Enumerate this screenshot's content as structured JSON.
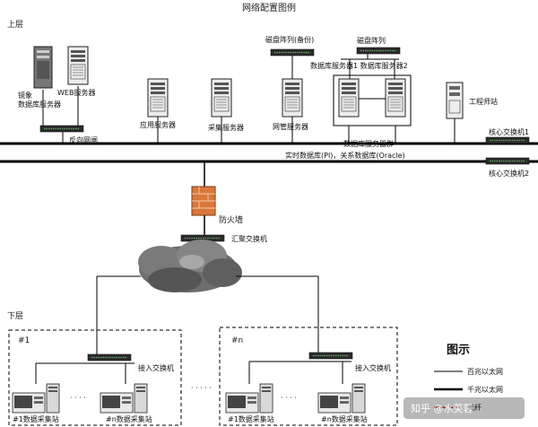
{
  "diagram": {
    "title": "网络配置图例",
    "upper_layer": "上层",
    "lower_layer": "下层",
    "nodes": {
      "mirror_db_server": "镜象\n数据库服务器",
      "web_server": "WEB服务器",
      "reverse_isolation": "反向网闸",
      "app_server": "应用服务器",
      "collect_server": "采集服务器",
      "netmgmt_server": "网管服务器",
      "disk_array_backup": "磁盘阵列(备份)",
      "disk_array": "磁盘阵列",
      "db_server_12": "数据库服务器1 数据库服务器2",
      "db_cluster": "数据库服务器群",
      "rt_db": "实时数据库(PI)，关系数据库(Oracle)",
      "engineer_station": "工程师站",
      "core_switch_1": "核心交换机1",
      "core_switch_2": "核心交换机2",
      "firewall": "防火墙",
      "aggregation_switch": "汇聚交换机",
      "site_1": "#1",
      "site_n": "#n",
      "access_switch_left": "接入交换机",
      "access_switch_right": "接入交换机",
      "left_station_1": "#1数据采集站",
      "left_station_n": "#n数据采集站",
      "right_station_1": "#1数据采集站",
      "right_station_n": "#n数据采集站",
      "dots": "· · · ·",
      "dots_middle": "· · · · ·"
    },
    "legend": {
      "title": "图示",
      "items": [
        "百兆以太网",
        "千兆以太网",
        "光纤"
      ]
    },
    "watermark": "知乎 @水芙蓉"
  }
}
